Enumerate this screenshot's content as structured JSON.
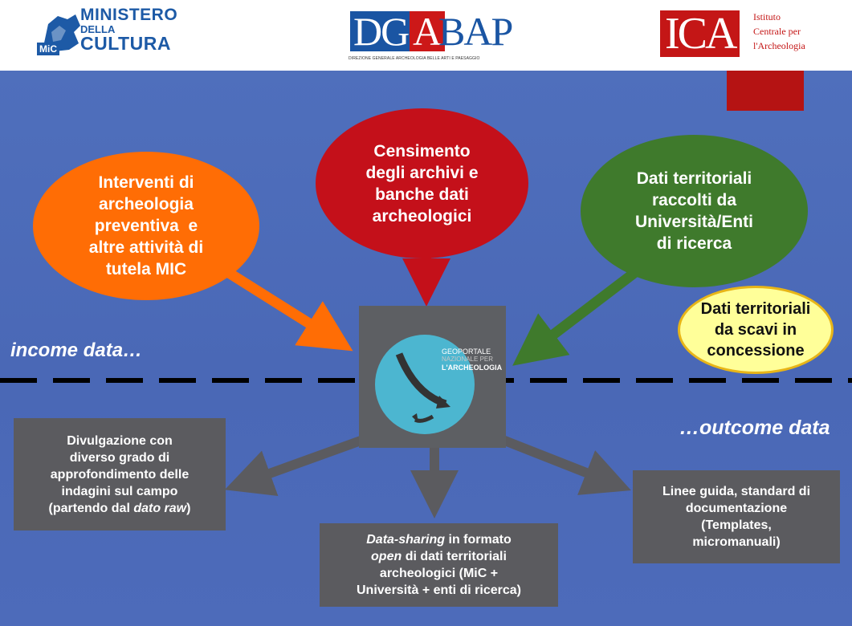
{
  "logos": {
    "mic_line1": "MINISTERO",
    "mic_line2": "DELLA",
    "mic_line3": "CULTURA",
    "mic_tag": "MiC",
    "dg_part1": "DG",
    "dg_part2": "A",
    "dg_part3": "BAP",
    "dg_subtitle": "DIREZIONE GENERALE ARCHEOLOGIA BELLE ARTI E PAESAGGIO",
    "ica_letters": "ICA",
    "ica_line1": "Istituto",
    "ica_line2": "Centrale per",
    "ica_line3": "l'Archeologia"
  },
  "inputs": {
    "orange": [
      "Interventi di",
      "archeologia",
      "preventiva  e",
      "altre attività di",
      "tutela MIC"
    ],
    "red": [
      "Censimento",
      "degli archivi e",
      "banche dati",
      "archeologici"
    ],
    "green": [
      "Dati territoriali",
      "raccolti da",
      "Università/Enti",
      "di ricerca"
    ],
    "yellow": [
      "Dati territoriali",
      "da scavi in",
      "concessione"
    ]
  },
  "labels": {
    "income": "income data…",
    "outcome": "…outcome data"
  },
  "center": {
    "title_line1": "GEOPORTALE",
    "title_line2": "NAZIONALE PER",
    "title_line3": "L'ARCHEOLOGIA"
  },
  "outputs": {
    "left": {
      "lines": [
        "Divulgazione con",
        "diverso grado di",
        "approfondimento delle",
        "indagini sul campo"
      ],
      "last_pre": "(partendo dal ",
      "last_em": "dato raw",
      "last_post": ")"
    },
    "mid": {
      "l1_em": "Data-sharing",
      "l1_rest": " in formato",
      "l2_em": "open",
      "l2_rest": " di dati territoriali",
      "l3": "archeologici (MiC +",
      "l4": "Università + enti di ricerca)"
    },
    "right": {
      "lines": [
        "Linee guida, standard di",
        "documentazione",
        "(Templates,",
        "micromanuali)"
      ]
    }
  },
  "colors": {
    "background": "#4f6fbc",
    "orange": "#ff6d05",
    "red": "#c4101a",
    "green": "#3f7a2c",
    "yellow": "#ffff99",
    "box": "#5b5b5f"
  }
}
